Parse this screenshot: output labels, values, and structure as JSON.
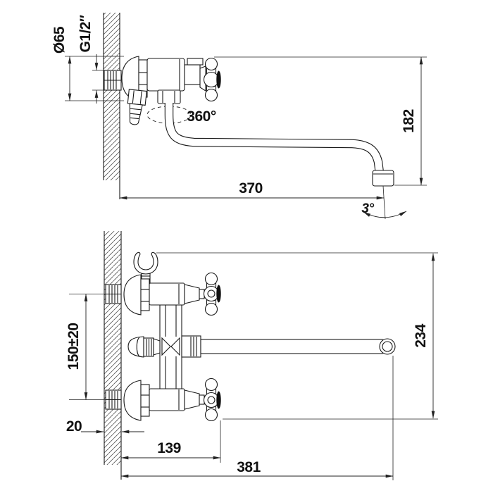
{
  "drawing": {
    "side_view": {
      "labels": {
        "flange_diameter": "Ø65",
        "thread_size": "G1/2″",
        "swivel_angle": "360°",
        "spout_reach": "370",
        "height_to_outlet": "182",
        "stream_angle": "3°"
      }
    },
    "front_view": {
      "labels": {
        "inlet_centers": "150±20",
        "wall_thickness": "20",
        "handle_depth": "139",
        "overall_width": "381",
        "overall_height": "234"
      }
    },
    "colors": {
      "line": "#1a1a1a",
      "dimension_line": "#222222",
      "hatch": "#555555",
      "background": "#ffffff",
      "handle_band": "#111111"
    }
  }
}
